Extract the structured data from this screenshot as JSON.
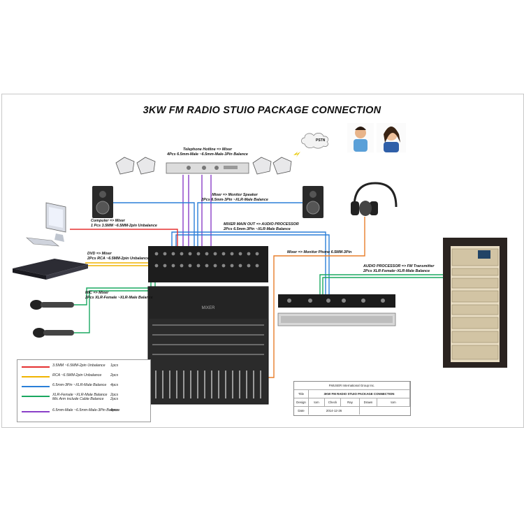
{
  "title": "3KW FM RADIO STUIO PACKAGE CONNECTION",
  "colors": {
    "red": "#e53030",
    "yellow": "#f0b400",
    "blue": "#2a7fd8",
    "green": "#1aa860",
    "purple": "#8a3fc8",
    "orange": "#e87e2a"
  },
  "labels": {
    "hotline": [
      "Telephone Hotline => Mixer",
      "4Pcs 6.5mm-Male ~6.5mm-Male-3Pin  Balance"
    ],
    "monitor": [
      "Mixer => Monitor Speaker",
      "2Pcs 6.5mm-3Pin ~XLR-Male  Balance"
    ],
    "computer": [
      "Computer => Mixer",
      "1 Pcs 3.5MM ~6.5MM-2pin  Unbalance"
    ],
    "mainout": [
      "MIXER MAIN OUT => AUDIO PROCESSOR",
      "2Pcs 6.5mm-3Pin ~XLR-Male Balance"
    ],
    "dvd": [
      "DVD => Mixer",
      "2Pcs RCA ~6.5MM-2pin  Unbalance"
    ],
    "phone": [
      "Mixer => Monitor Phone 6.5MM-3Pin"
    ],
    "processor": [
      "AUDIO PROCESSOR => FM Transmitter",
      "2Pcs XLR-Female~XLR-Male  Balance"
    ],
    "mic": [
      "MIC => Mixer",
      "2Pcs XLR-Female ~XLR-Male Balance"
    ]
  },
  "pstn": "PSTN",
  "legend": [
    {
      "color": "#e53030",
      "text": "3.5MM ~6.5MM-2pin Unbalance",
      "qty": "1pcs"
    },
    {
      "color": "#f0b400",
      "text": "RCA ~6.5MM-2pin Unbalance",
      "qty": "2pcs"
    },
    {
      "color": "#2a7fd8",
      "text": "6.5mm-3Pin ~XLR-Male  Balance",
      "qty": "4pcs"
    },
    {
      "color": "#1aa860",
      "text": "XLR-Female ~XLR-Male Balance",
      "qty": "2pcs",
      "text2": "Mic Arm include Cable Balance",
      "qty2": "2pcs"
    },
    {
      "color": "#8a3fc8",
      "text": "6.5mm-Male ~6.5mm-Male-3Pin  Balance",
      "qty": "4pcs"
    }
  ],
  "titleblock": {
    "company": "FMUSER International Group Inc.",
    "title_label": "Title",
    "title_value": "3KW FM RADIO STUIO PACKAGE CONNECTION",
    "design_label": "Design",
    "design_value": "tom",
    "check_label": "Check",
    "check_value": "Ray",
    "drawn_label": "Drawn",
    "drawn_value": "tom",
    "date_label": "Date",
    "date_value": "2014-12-26"
  }
}
